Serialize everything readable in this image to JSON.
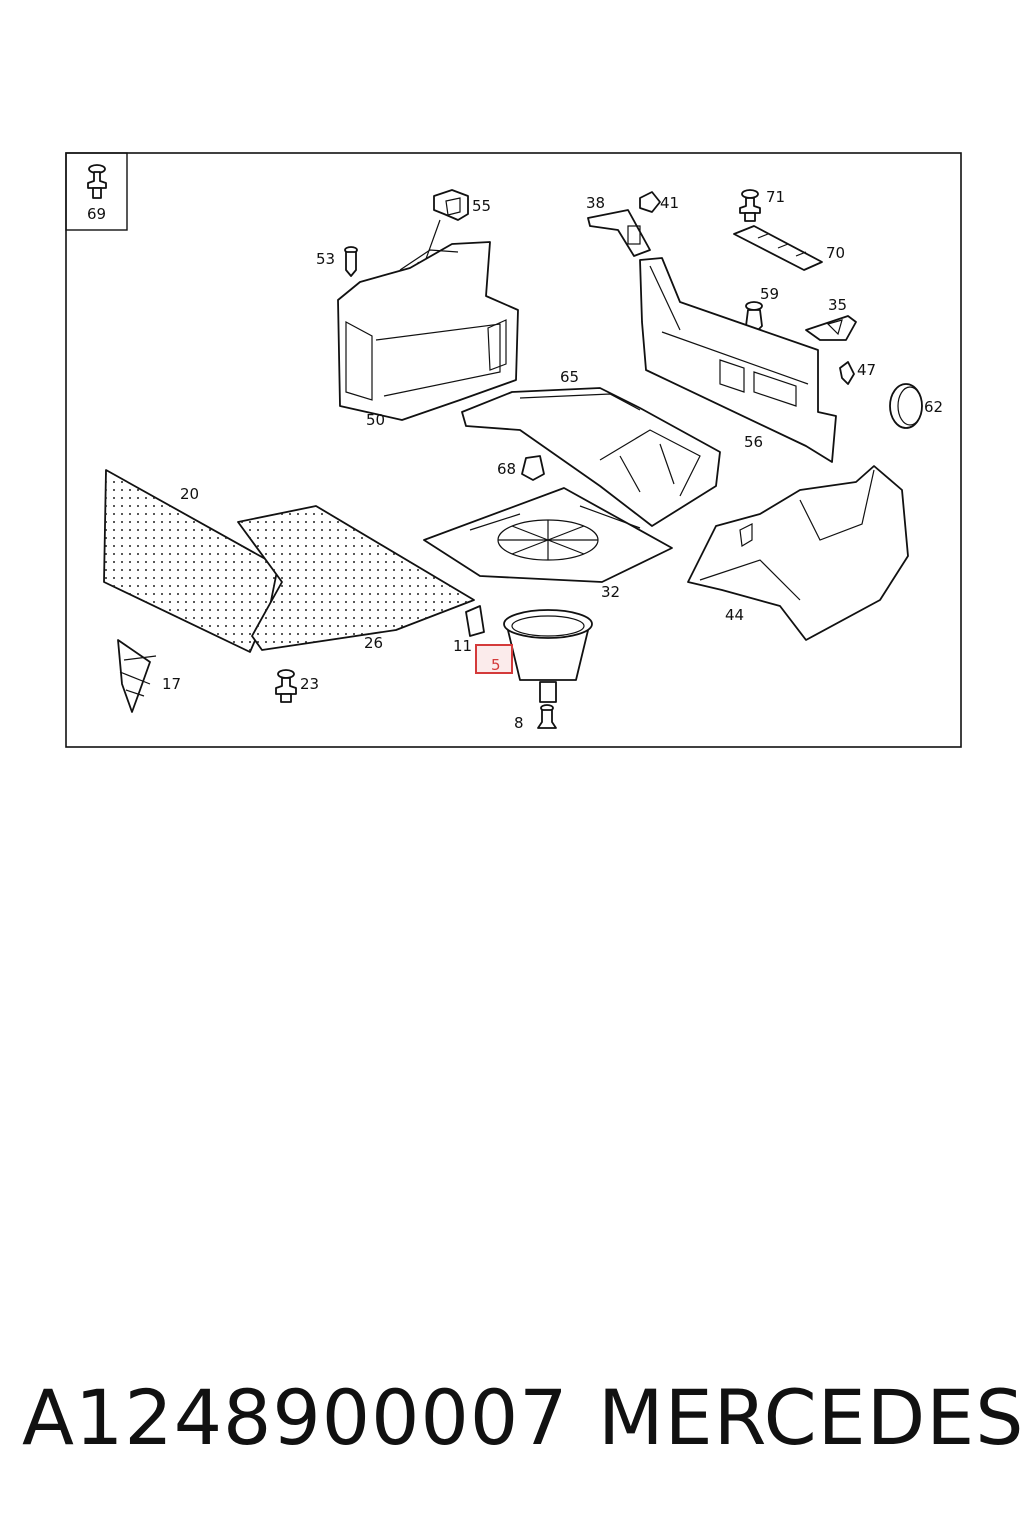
{
  "diagram": {
    "callouts": {
      "c69": "69",
      "c55": "55",
      "c53": "53",
      "c50": "50",
      "c38": "38",
      "c41": "41",
      "c71": "71",
      "c70": "70",
      "c59": "59",
      "c35": "35",
      "c47": "47",
      "c62": "62",
      "c65": "65",
      "c56": "56",
      "c68": "68",
      "c20": "20",
      "c26": "26",
      "c32": "32",
      "c44": "44",
      "c11": "11",
      "c5": "5",
      "c17": "17",
      "c23": "23",
      "c8": "8"
    },
    "highlight_color": "#d43a3a"
  },
  "caption": {
    "part_number": "A1248900007",
    "brand": "MERCEDES"
  }
}
